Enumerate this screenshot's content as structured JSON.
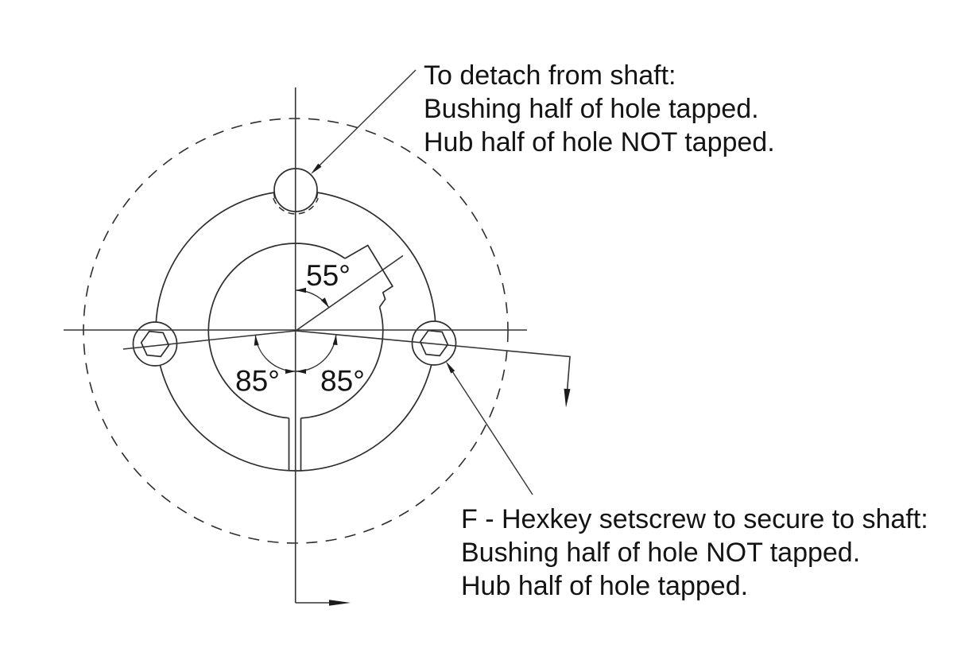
{
  "drawing": {
    "type": "engineering-diagram",
    "subject": "Taper bushing front view with hole tapping notes",
    "colors": {
      "background": "#ffffff",
      "line": "#2e2e2e",
      "text": "#141414"
    },
    "detach_note": {
      "line1": "To detach from shaft:",
      "line2": "Bushing half of hole tapped.",
      "line3": "Hub half of hole NOT tapped."
    },
    "setscrew_note": {
      "line1": "F - Hexkey setscrew to secure to shaft:",
      "line2": "Bushing half of hole NOT tapped.",
      "line3": "Hub half of hole tapped."
    },
    "dims": {
      "keyway_angle": "55°",
      "left_hole_angle": "85°",
      "right_hole_angle": "85°"
    }
  }
}
